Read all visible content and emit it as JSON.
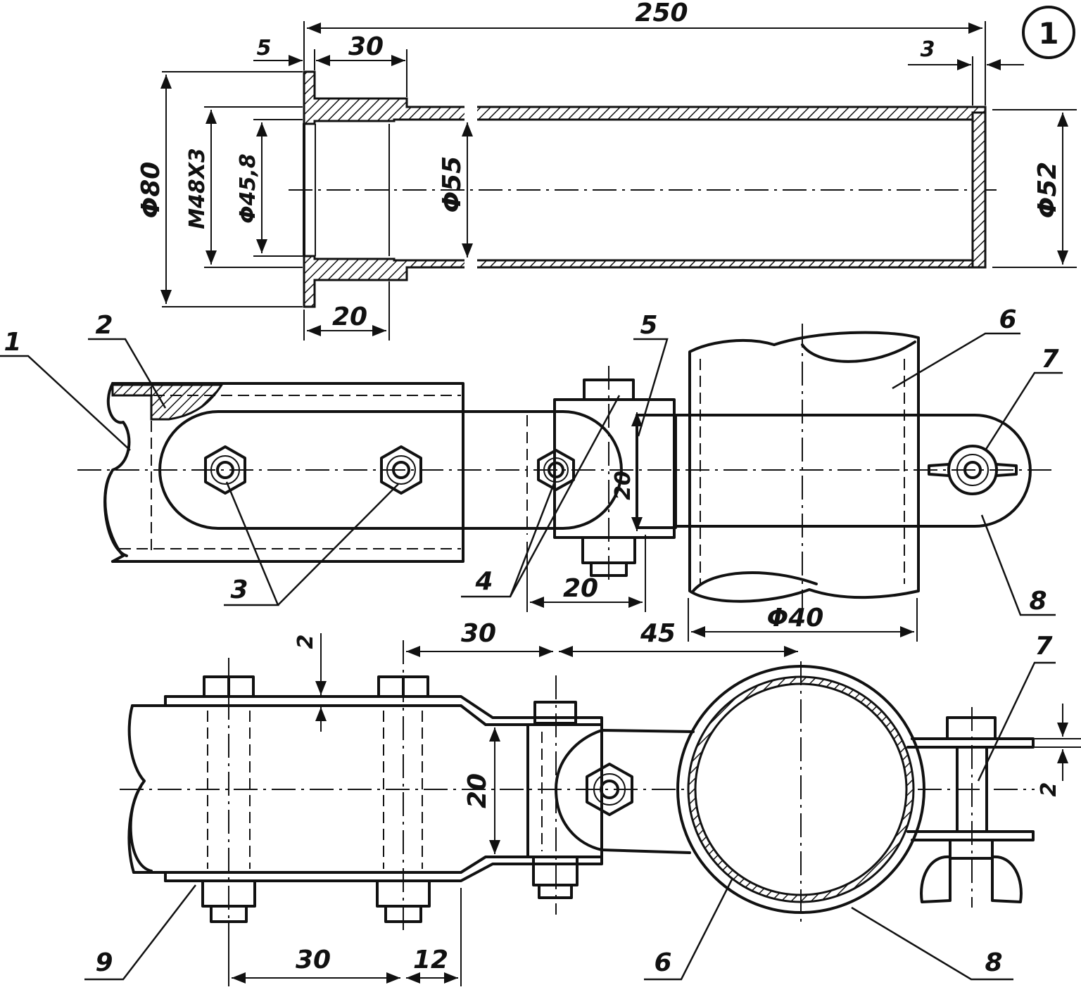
{
  "figure": {
    "number": "1"
  },
  "top_view": {
    "dims": {
      "overall_length": "250",
      "flange": "5",
      "thread_len": "30",
      "wall_end": "3",
      "hub_len": "20",
      "d_flange": "Φ80",
      "thread": "M48X3",
      "d_bore": "Φ45,8",
      "d_tube": "Φ55",
      "d_end": "Φ52"
    }
  },
  "middle_view": {
    "dims": {
      "plate_width": "20",
      "slot": "20",
      "d_post": "Φ40"
    },
    "callouts": [
      "1",
      "2",
      "3",
      "4",
      "5",
      "6",
      "7",
      "8"
    ]
  },
  "bottom_view": {
    "dims": {
      "gap": "2",
      "bolt_pitch_top": "30",
      "to_center": "45",
      "strip_width": "20",
      "end_gap": "2",
      "bolt_pitch_bottom": "30",
      "end_offset": "12"
    },
    "callouts": [
      "7",
      "9",
      "6",
      "8"
    ]
  }
}
